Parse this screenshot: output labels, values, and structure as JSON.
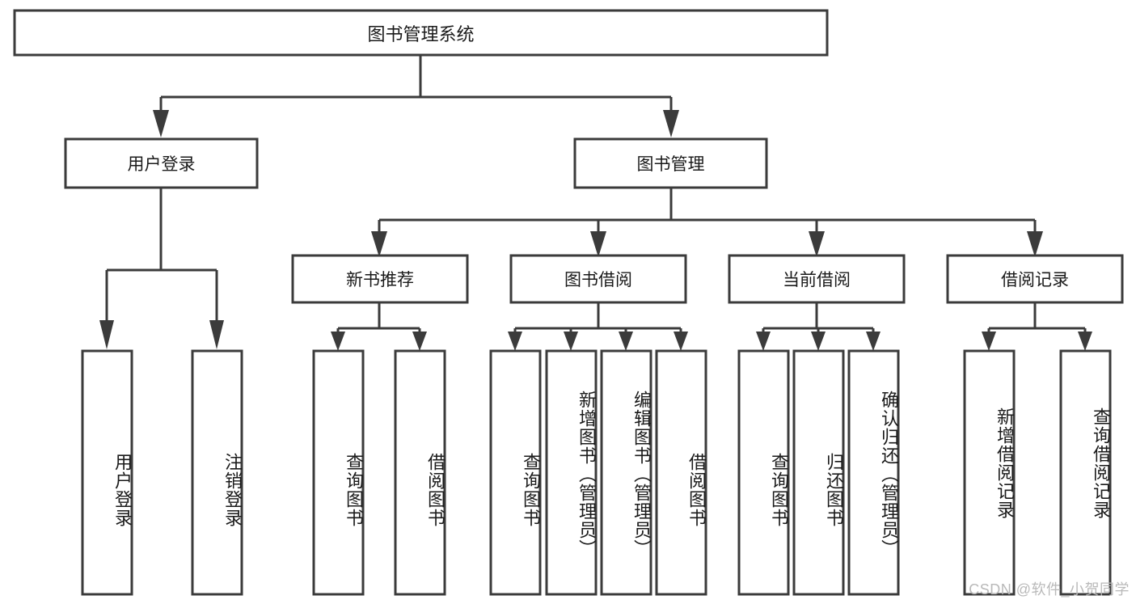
{
  "diagram": {
    "type": "tree",
    "title": "图书管理系统",
    "watermark": "CSDN @软件_小贺同学",
    "root": {
      "id": "root",
      "label": "图书管理系统",
      "orientation": "horizontal"
    },
    "level1": [
      {
        "id": "user-login",
        "label": "用户登录",
        "orientation": "horizontal"
      },
      {
        "id": "book-manage",
        "label": "图书管理",
        "orientation": "horizontal"
      }
    ],
    "level2": [
      {
        "id": "new-book-recommend",
        "label": "新书推荐",
        "orientation": "horizontal",
        "parent": "book-manage"
      },
      {
        "id": "book-borrow",
        "label": "图书借阅",
        "orientation": "horizontal",
        "parent": "book-manage"
      },
      {
        "id": "current-borrow",
        "label": "当前借阅",
        "orientation": "horizontal",
        "parent": "book-manage"
      },
      {
        "id": "borrow-record",
        "label": "借阅记录",
        "orientation": "horizontal",
        "parent": "book-manage"
      }
    ],
    "leaves": [
      {
        "id": "leaf-user-login",
        "label": "用户登录",
        "parent": "user-login",
        "orientation": "vertical"
      },
      {
        "id": "leaf-user-logout",
        "label": "注销登录",
        "parent": "user-login",
        "orientation": "vertical"
      },
      {
        "id": "leaf-query-book-1",
        "label": "查询图书",
        "parent": "new-book-recommend",
        "orientation": "vertical"
      },
      {
        "id": "leaf-borrow-book-1",
        "label": "借阅图书",
        "parent": "new-book-recommend",
        "orientation": "vertical"
      },
      {
        "id": "leaf-query-book-2",
        "label": "查询图书",
        "parent": "book-borrow",
        "orientation": "vertical"
      },
      {
        "id": "leaf-add-book",
        "label": "新增图书（管理员）",
        "parent": "book-borrow",
        "orientation": "vertical"
      },
      {
        "id": "leaf-edit-book",
        "label": "编辑图书（管理员）",
        "parent": "book-borrow",
        "orientation": "vertical"
      },
      {
        "id": "leaf-borrow-book-2",
        "label": "借阅图书",
        "parent": "book-borrow",
        "orientation": "vertical"
      },
      {
        "id": "leaf-query-book-3",
        "label": "查询图书",
        "parent": "current-borrow",
        "orientation": "vertical"
      },
      {
        "id": "leaf-return-book",
        "label": "归还图书",
        "parent": "current-borrow",
        "orientation": "vertical"
      },
      {
        "id": "leaf-confirm-return",
        "label": "确认归还（管理员）",
        "parent": "current-borrow",
        "orientation": "vertical"
      },
      {
        "id": "leaf-add-record",
        "label": "新增借阅记录",
        "parent": "borrow-record",
        "orientation": "vertical"
      },
      {
        "id": "leaf-query-record",
        "label": "查询借阅记录",
        "parent": "borrow-record",
        "orientation": "vertical"
      }
    ],
    "colors": {
      "stroke": "#3b3b3b",
      "fill": "#ffffff",
      "text": "#1a1a1a",
      "watermark": "#b9b9b9",
      "background": "#ffffff"
    }
  }
}
